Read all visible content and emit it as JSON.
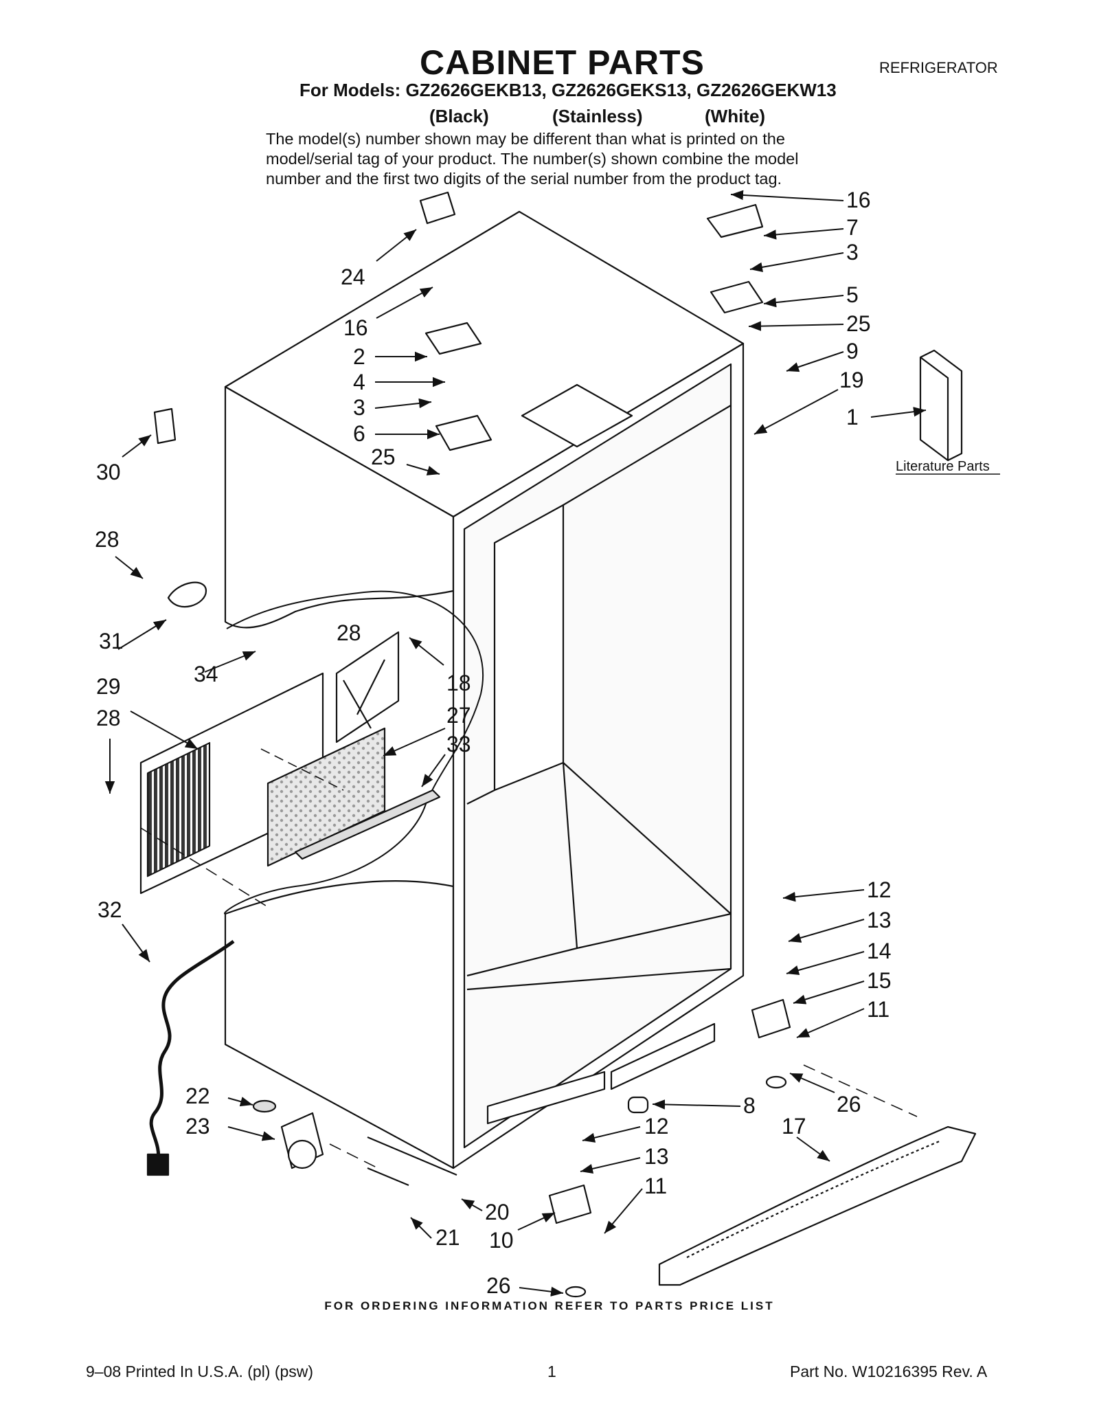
{
  "header": {
    "title": "CABINET PARTS",
    "category": "REFRIGERATOR",
    "models_line": "For Models: GZ2626GEKB13, GZ2626GEKS13, GZ2626GEKW13",
    "colors": [
      "(Black)",
      "(Stainless)",
      "(White)"
    ],
    "note_lines": [
      "The model(s) number shown may be different than what is printed on the",
      "model/serial tag of your product. The number(s) shown combine the model",
      "number and the first two digits of the serial number from the product tag."
    ]
  },
  "diagram": {
    "callouts": [
      "16",
      "7",
      "3",
      "5",
      "25",
      "9",
      "19",
      "1",
      "24",
      "16",
      "2",
      "4",
      "3",
      "6",
      "25",
      "30",
      "28",
      "31",
      "28",
      "34",
      "18",
      "29",
      "28",
      "27",
      "33",
      "32",
      "12",
      "13",
      "14",
      "15",
      "11",
      "26",
      "8",
      "22",
      "23",
      "12",
      "13",
      "11",
      "17",
      "20",
      "10",
      "21",
      "26"
    ],
    "literature_label": "Literature Parts"
  },
  "footer": {
    "ordering": "FOR ORDERING INFORMATION REFER TO PARTS PRICE LIST",
    "printed": "9–08 Printed In U.S.A. (pl) (psw)",
    "page": "1",
    "part_no": "Part No. W10216395 Rev. A"
  }
}
